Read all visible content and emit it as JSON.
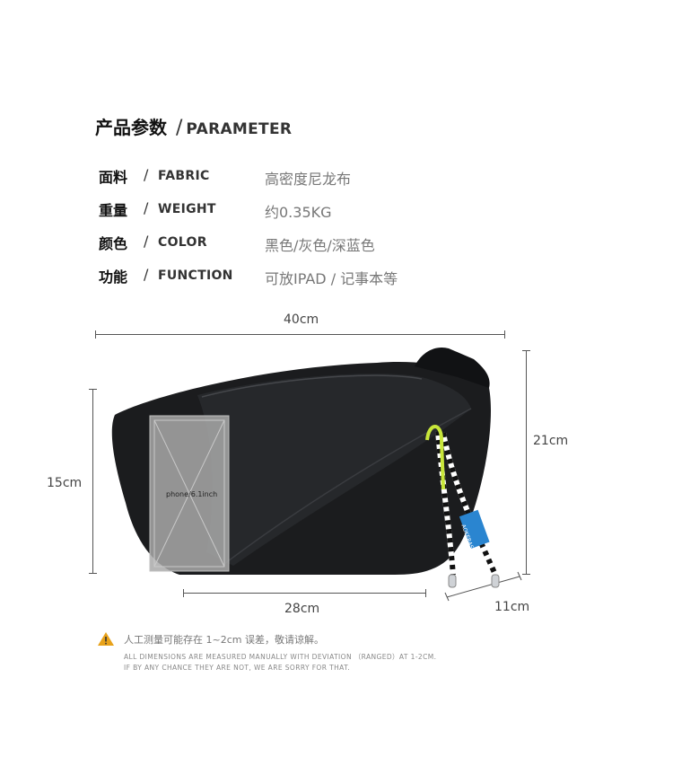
{
  "header": {
    "title_cn": "产品参数",
    "slash": "/",
    "title_en": "PARAMETER"
  },
  "params": [
    {
      "label_cn": "面料",
      "label_en": "FABRIC",
      "value": "高密度尼龙布"
    },
    {
      "label_cn": "重量",
      "label_en": "WEIGHT",
      "value": "约0.35KG"
    },
    {
      "label_cn": "颜色",
      "label_en": "COLOR",
      "value": "黑色/灰色/深蓝色"
    },
    {
      "label_cn": "功能",
      "label_en": "FUNCTION",
      "value": "可放IPAD / 记事本等"
    }
  ],
  "dimensions": {
    "width": "40cm",
    "height_left": "15cm",
    "height_right": "21cm",
    "base_width": "28cm",
    "depth": "11cm"
  },
  "phone_label": "phone/6.1inch",
  "tag_text": "AOKERAS",
  "notice": {
    "cn": "人工测量可能存在 1~2cm 误差，敬请谅解。",
    "en_line1": "ALL DIMENSIONS ARE MEASURED MANUALLY WITH DEVIATION （RANGED）AT 1-2CM.",
    "en_line2": "IF BY ANY CHANCE THEY ARE NOT, WE ARE SORRY FOR THAT."
  },
  "colors": {
    "bag": "#1b1c1e",
    "phone": "#a9a9a9",
    "strap_accent": "#c8e63a",
    "tag_blue": "#2a85d0",
    "warning": "#e8a21a"
  }
}
